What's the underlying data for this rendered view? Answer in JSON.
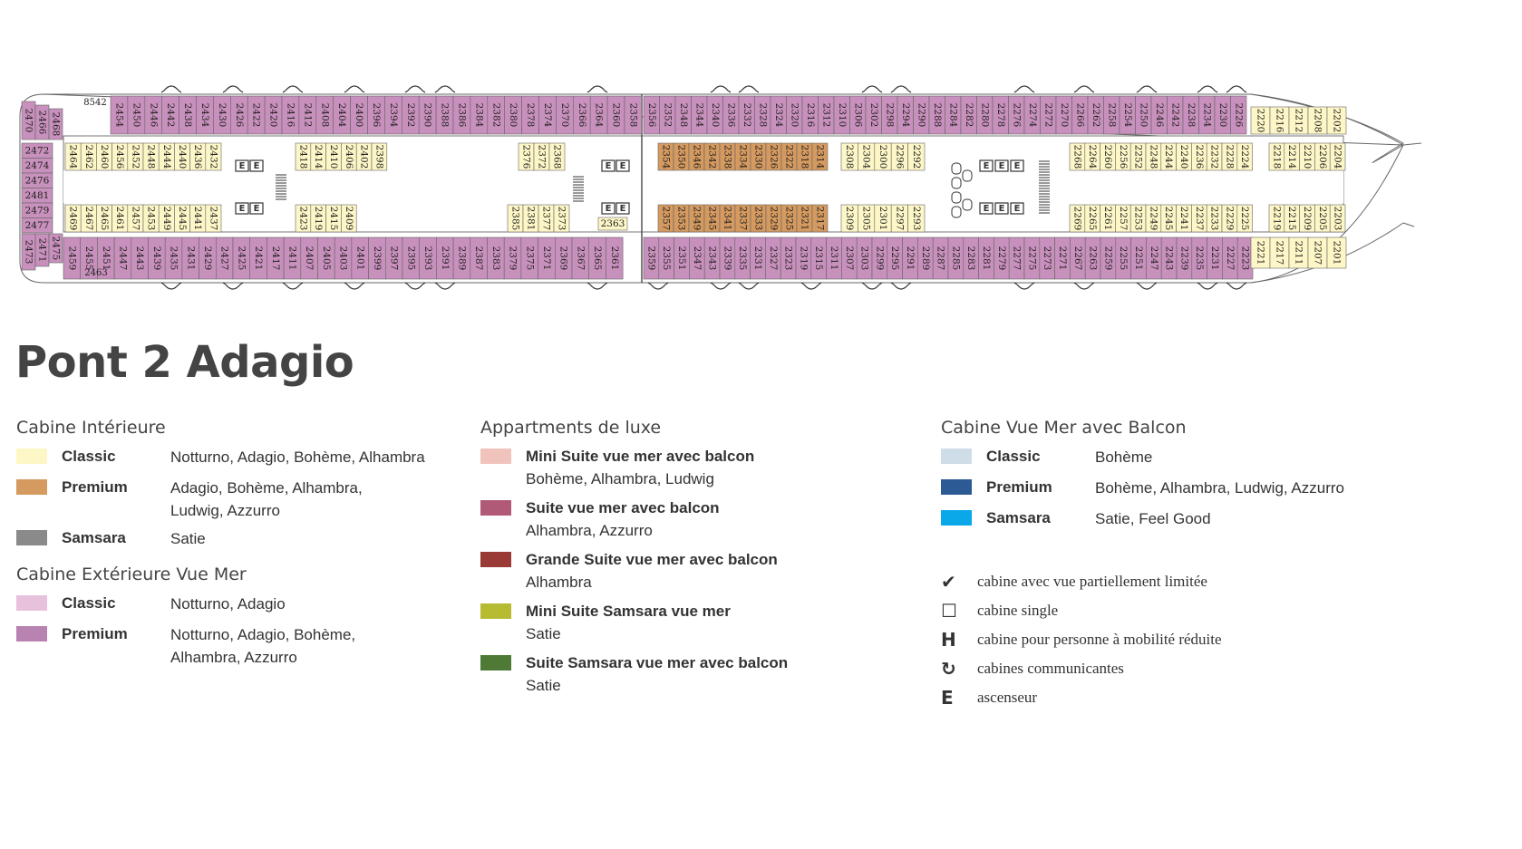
{
  "deck_title": "Pont 2 Adagio",
  "colors": {
    "interior_classic": "#fdf6c6",
    "interior_premium": "#d59a60",
    "interior_samsara": "#8a8a8a",
    "exterior_classic": "#e8c2dc",
    "exterior_premium": "#b883b0",
    "balcony_premium_deck": "#c890bc",
    "mini_suite": "#f0c4bd",
    "suite": "#b15a78",
    "grande_suite": "#9a3a36",
    "mini_suite_samsara": "#b6bb32",
    "suite_samsara": "#4e7a35",
    "balcon_classic": "#cfdde8",
    "balcon_premium": "#2c5a94",
    "balcon_samsara": "#0aa8e8"
  },
  "cabins": {
    "top_outer_left": [
      "2454",
      "2450",
      "2446",
      "2442",
      "2438",
      "2434",
      "2430",
      "2426",
      "2422",
      "2420",
      "2416",
      "2412",
      "2408",
      "2404",
      "2400",
      "2396",
      "2394",
      "2392",
      "2390",
      "2388",
      "2386",
      "2384",
      "2382",
      "2380",
      "2378",
      "2374",
      "2370",
      "2366",
      "2364",
      "2360",
      "2358"
    ],
    "top_outer_right": [
      "2356",
      "2352",
      "2348",
      "2344",
      "2340",
      "2336",
      "2332",
      "2328",
      "2324",
      "2320",
      "2316",
      "2312",
      "2310",
      "2306",
      "2302",
      "2298",
      "2294",
      "2290",
      "2288",
      "2284",
      "2282",
      "2280",
      "2278",
      "2276",
      "2274",
      "2272",
      "2270",
      "2266",
      "2262",
      "2258",
      "2254",
      "2250",
      "2246",
      "2242",
      "2238",
      "2234",
      "2230",
      "2226"
    ],
    "bow_top_outer": [
      "2220",
      "2216",
      "2212",
      "2208",
      "2202"
    ],
    "bottom_outer_left": [
      "2459",
      "2455",
      "2451",
      "2447",
      "2443",
      "2439",
      "2435",
      "2431",
      "2429",
      "2427",
      "2425",
      "2421",
      "2417",
      "2411",
      "2407",
      "2405",
      "2403",
      "2401",
      "2399",
      "2397",
      "2395",
      "2393",
      "2391",
      "2389",
      "2387",
      "2383",
      "2379",
      "2375",
      "2371",
      "2369",
      "2367",
      "2365",
      "2361"
    ],
    "bottom_outer_right": [
      "2359",
      "2355",
      "2351",
      "2347",
      "2343",
      "2339",
      "2335",
      "2331",
      "2327",
      "2323",
      "2319",
      "2315",
      "2311",
      "2307",
      "2303",
      "2299",
      "2295",
      "2291",
      "2289",
      "2287",
      "2285",
      "2283",
      "2281",
      "2279",
      "2277",
      "2275",
      "2273",
      "2271",
      "2267",
      "2263",
      "2259",
      "2255",
      "2251",
      "2247",
      "2243",
      "2239",
      "2235",
      "2231",
      "2227",
      "2223"
    ],
    "bow_bottom_outer": [
      "2221",
      "2217",
      "2211",
      "2207",
      "2201"
    ],
    "inner_top_a": [
      "2464",
      "2462",
      "2460",
      "2456",
      "2452",
      "2448",
      "2444",
      "2440",
      "2436",
      "2432"
    ],
    "inner_top_b": [
      "2418",
      "2414",
      "2410",
      "2406",
      "2402",
      "2398"
    ],
    "inner_top_c": [
      "2376",
      "2372",
      "2368"
    ],
    "inner_top_premium": [
      "2354",
      "2350",
      "2346",
      "2342",
      "2338",
      "2334",
      "2330",
      "2326",
      "2322",
      "2318",
      "2314"
    ],
    "inner_top_d": [
      "2308",
      "2304",
      "2300",
      "2296",
      "2292"
    ],
    "inner_top_e": [
      "2268",
      "2264",
      "2260",
      "2256",
      "2252",
      "2248",
      "2244",
      "2240",
      "2236",
      "2232",
      "2228",
      "2224"
    ],
    "inner_top_f": [
      "2218",
      "2214",
      "2210",
      "2206",
      "2204"
    ],
    "inner_bot_a": [
      "2469",
      "2467",
      "2465",
      "2461",
      "2457",
      "2453",
      "2449",
      "2445",
      "2441",
      "2437"
    ],
    "inner_bot_b": [
      "2423",
      "2419",
      "2415",
      "2409"
    ],
    "inner_bot_c": [
      "2385",
      "2381",
      "2377",
      "2373"
    ],
    "inner_bot_premium": [
      "2357",
      "2353",
      "2349",
      "2345",
      "2341",
      "2337",
      "2333",
      "2329",
      "2325",
      "2321",
      "2317"
    ],
    "inner_bot_d": [
      "2309",
      "2305",
      "2301",
      "2297",
      "2293"
    ],
    "inner_bot_e": [
      "2269",
      "2265",
      "2261",
      "2257",
      "2253",
      "2249",
      "2245",
      "2241",
      "2237",
      "2233",
      "2229",
      "2225"
    ],
    "inner_bot_f": [
      "2219",
      "2215",
      "2209",
      "2205",
      "2203"
    ],
    "stern_column": [
      "2472",
      "2474",
      "2476",
      "2481",
      "2479",
      "2477"
    ],
    "stern_corner_top": [
      "2470",
      "2466",
      "2468"
    ],
    "stern_corner_bottom": [
      "2473",
      "2471",
      "2475"
    ],
    "odd_labels": {
      "top_small": "8542",
      "bottom_small": "2463",
      "lift_cabin": "2363"
    }
  },
  "legend": {
    "interior": {
      "heading": "Cabine Intérieure",
      "rows": [
        {
          "name": "Classic",
          "desc": [
            "Notturno, Adagio, Bohème, Alhambra"
          ],
          "color_key": "interior_classic"
        },
        {
          "name": "Premium",
          "desc": [
            "Adagio, Bohème, Alhambra,",
            "Ludwig, Azzurro"
          ],
          "color_key": "interior_premium"
        },
        {
          "name": "Samsara",
          "desc": [
            "Satie"
          ],
          "color_key": "interior_samsara"
        }
      ]
    },
    "exterior": {
      "heading": "Cabine Extérieure Vue Mer",
      "rows": [
        {
          "name": "Classic",
          "desc": [
            "Notturno, Adagio"
          ],
          "color_key": "exterior_classic"
        },
        {
          "name": "Premium",
          "desc": [
            "Notturno, Adagio, Bohème,",
            "Alhambra, Azzurro"
          ],
          "color_key": "exterior_premium"
        }
      ]
    },
    "luxe": {
      "heading": "Appartments de luxe",
      "rows": [
        {
          "name": "Mini Suite vue mer avec balcon",
          "desc": "Bohème, Alhambra, Ludwig",
          "color_key": "mini_suite"
        },
        {
          "name": "Suite vue mer avec balcon",
          "desc": "Alhambra, Azzurro",
          "color_key": "suite"
        },
        {
          "name": "Grande Suite vue mer avec balcon",
          "desc": "Alhambra",
          "color_key": "grande_suite"
        },
        {
          "name": "Mini Suite Samsara vue mer",
          "desc": "Satie",
          "color_key": "mini_suite_samsara"
        },
        {
          "name": "Suite Samsara vue mer avec balcon",
          "desc": "Satie",
          "color_key": "suite_samsara"
        }
      ]
    },
    "balcony": {
      "heading": "Cabine Vue Mer avec Balcon",
      "rows": [
        {
          "name": "Classic",
          "desc": "Bohème",
          "color_key": "balcon_classic"
        },
        {
          "name": "Premium",
          "desc": "Bohème, Alhambra, Ludwig, Azzurro",
          "color_key": "balcon_premium"
        },
        {
          "name": "Samsara",
          "desc": "Satie, Feel Good",
          "color_key": "balcon_samsara"
        }
      ]
    },
    "symbols": [
      {
        "glyph": "✔",
        "icon": "checkmark-icon",
        "text": "cabine avec vue partiellement limitée"
      },
      {
        "glyph": "☐",
        "icon": "single-cabin-icon",
        "text": "cabine single"
      },
      {
        "glyph": "H",
        "icon": "handicap-icon",
        "text": "cabine pour personne à mobilité réduite"
      },
      {
        "glyph": "↻",
        "icon": "connecting-cabins-icon",
        "text": "cabines communicantes"
      },
      {
        "glyph": "E",
        "icon": "elevator-icon",
        "text": "ascenseur"
      }
    ]
  }
}
